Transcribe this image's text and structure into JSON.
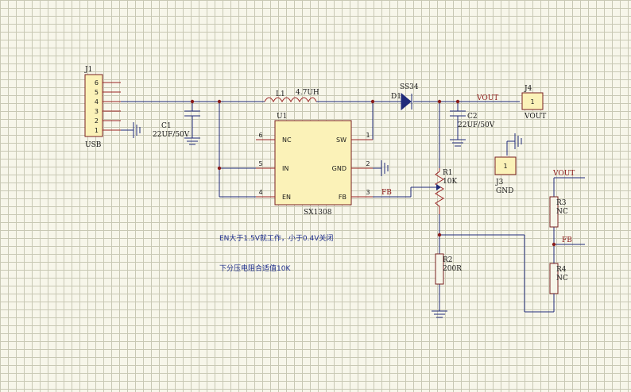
{
  "components": {
    "j1": {
      "ref": "J1",
      "value": "USB",
      "pins": [
        "6",
        "5",
        "4",
        "3",
        "2",
        "1"
      ]
    },
    "c1": {
      "ref": "C1",
      "value": "22UF/50V"
    },
    "l1": {
      "ref": "L1",
      "value": "4.7UH"
    },
    "u1": {
      "ref": "U1",
      "value": "SX1308",
      "left_pins": [
        {
          "num": "6",
          "name": "NC"
        },
        {
          "num": "5",
          "name": "IN"
        },
        {
          "num": "4",
          "name": "EN"
        }
      ],
      "right_pins": [
        {
          "num": "1",
          "name": "SW"
        },
        {
          "num": "2",
          "name": "GND"
        },
        {
          "num": "3",
          "name": "FB"
        }
      ]
    },
    "d1": {
      "ref": "D1",
      "value": "SS34"
    },
    "c2": {
      "ref": "C2",
      "value": "22UF/50V"
    },
    "j4": {
      "ref": "J4",
      "value": "VOUT",
      "pin": "1"
    },
    "j3": {
      "ref": "J3",
      "value": "GND",
      "pin": "1"
    },
    "r1": {
      "ref": "R1",
      "value": "10K"
    },
    "r2": {
      "ref": "R2",
      "value": "200R"
    },
    "r3": {
      "ref": "R3",
      "value": "NC"
    },
    "r4": {
      "ref": "R4",
      "value": "NC"
    }
  },
  "nets": {
    "vout": "VOUT",
    "fb": "FB"
  },
  "notes": {
    "line1": "EN大于1.5V就工作，小于0.4V关闭",
    "line2": "下分压电阻合适值10K"
  }
}
